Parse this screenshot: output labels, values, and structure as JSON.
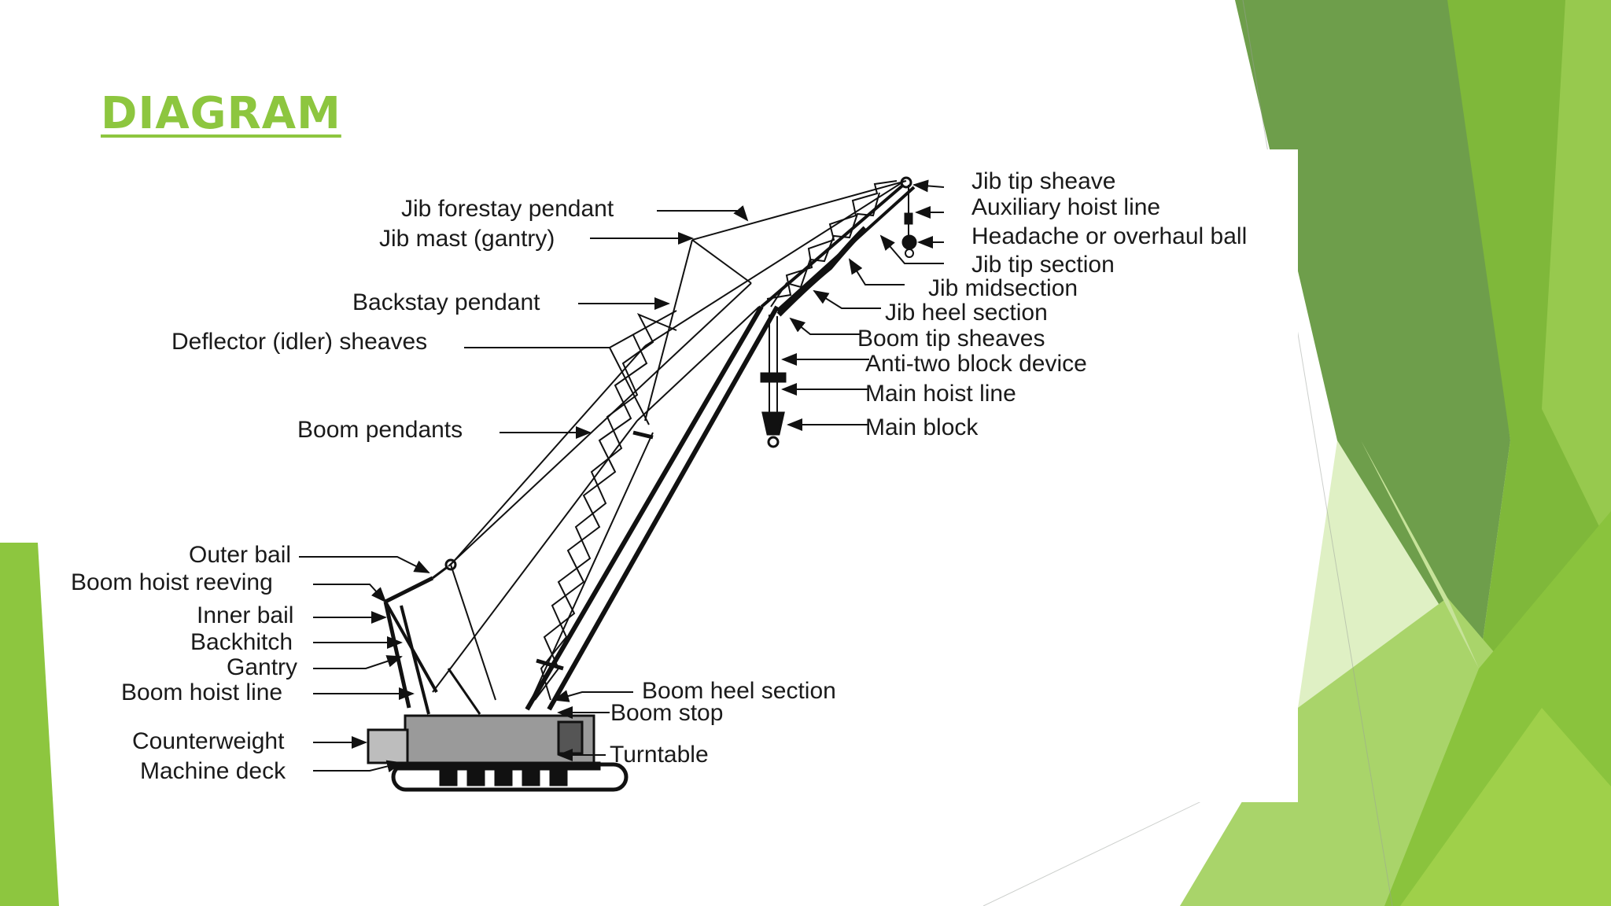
{
  "slide": {
    "title": "DIAGRAM",
    "accent_color": "#8dc63f"
  },
  "diagram": {
    "subject": "Crawler crane",
    "labels": {
      "jib_tip_sheave": "Jib tip sheave",
      "auxiliary_hoist_line": "Auxiliary hoist line",
      "headache_ball": "Headache or overhaul ball",
      "jib_tip_section": "Jib tip section",
      "jib_midsection": "Jib midsection",
      "jib_heel_section": "Jib heel section",
      "boom_tip_sheaves": "Boom tip sheaves",
      "anti_two_block": "Anti-two block device",
      "main_hoist_line": "Main hoist line",
      "main_block": "Main block",
      "jib_forestay_pendant": "Jib forestay pendant",
      "jib_mast": "Jib mast (gantry)",
      "backstay_pendant": "Backstay pendant",
      "deflector_sheaves": "Deflector (idler) sheaves",
      "boom_pendants": "Boom pendants",
      "outer_bail": "Outer bail",
      "boom_hoist_reeving": "Boom hoist reeving",
      "inner_bail": "Inner bail",
      "backhitch": "Backhitch",
      "gantry": "Gantry",
      "boom_hoist_line": "Boom hoist line",
      "counterweight": "Counterweight",
      "machine_deck": "Machine deck",
      "boom_heel_section": "Boom heel section",
      "boom_stop": "Boom stop",
      "turntable": "Turntable"
    }
  }
}
